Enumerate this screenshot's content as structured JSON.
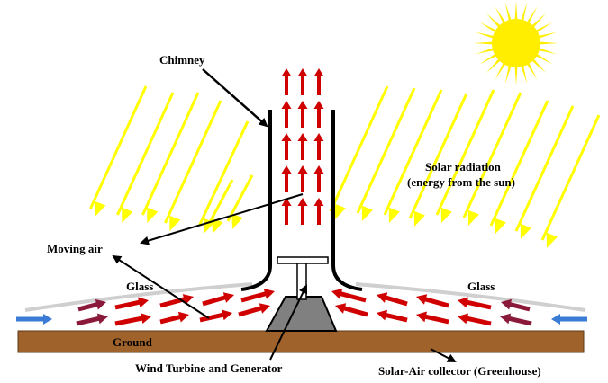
{
  "labels": {
    "chimney": "Chimney",
    "solar_radiation_line1": "Solar radiation",
    "solar_radiation_line2": "(energy from the sun)",
    "moving_air": "Moving air",
    "glass_left": "Glass",
    "glass_right": "Glass",
    "ground": "Ground",
    "wind_turbine": "Wind Turbine and Generator",
    "collector": "Solar-Air collector (Greenhouse)"
  },
  "colors": {
    "sun": "#ffee00",
    "solar_rays": "#ffff00",
    "hot_air": "#d00000",
    "warm_air": "#8b1a3a",
    "cold_air": "#3a7bd5",
    "ground": "#a0622b",
    "glass": "#dddddd",
    "turbine_housing": "#808080"
  },
  "icons": {
    "sun": "sun-icon",
    "turbine": "turbine-icon"
  }
}
